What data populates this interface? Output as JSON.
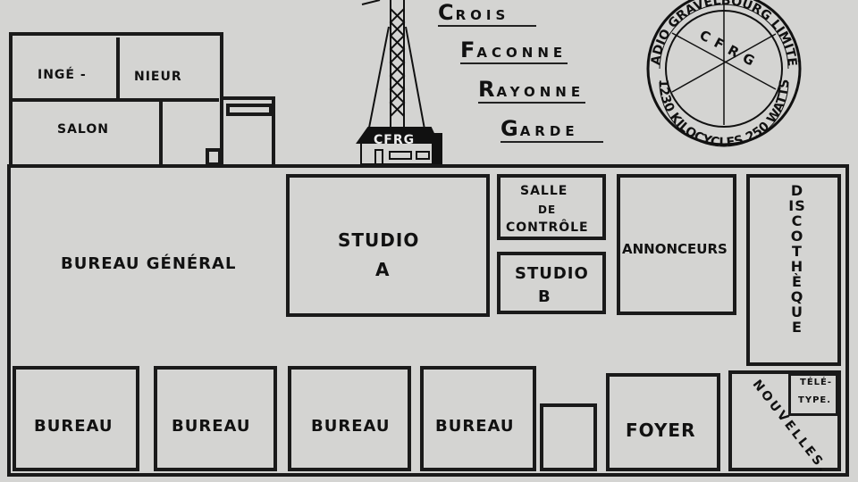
{
  "motto": [
    {
      "initial": "C",
      "rest": "ROIS"
    },
    {
      "initial": "F",
      "rest": "ACONNE"
    },
    {
      "initial": "R",
      "rest": "AYONNE"
    },
    {
      "initial": "G",
      "rest": "ARDE"
    }
  ],
  "seal": {
    "top_text": "RADIO GRAVELBOURG LIMITÉE",
    "bottom_text": "1230 KILOCYCLES 250 WATTS",
    "center": "C F R G"
  },
  "building_sign": "CFRG",
  "rooms": {
    "inge": "INGÉ -",
    "nieur": "NIEUR",
    "salon": "SALON",
    "bureau_general": "BUREAU GÉNÉRAL",
    "studio_a_1": "STUDIO",
    "studio_a_2": "A",
    "salle": "SALLE",
    "de": "DE",
    "controle": "CONTRÔLE",
    "studio_b_1": "STUDIO",
    "studio_b_2": "B",
    "annonceurs": "ANNONCEURS",
    "discotheque": "DISCOTHÈQUE",
    "bureau1": "BUREAU",
    "bureau2": "BUREAU",
    "bureau3": "BUREAU",
    "bureau4": "BUREAU",
    "foyer": "FOYER",
    "teletype_1": "TÉLÉ-",
    "teletype_2": "TYPE.",
    "nouvelles": "NOUVELLES."
  }
}
